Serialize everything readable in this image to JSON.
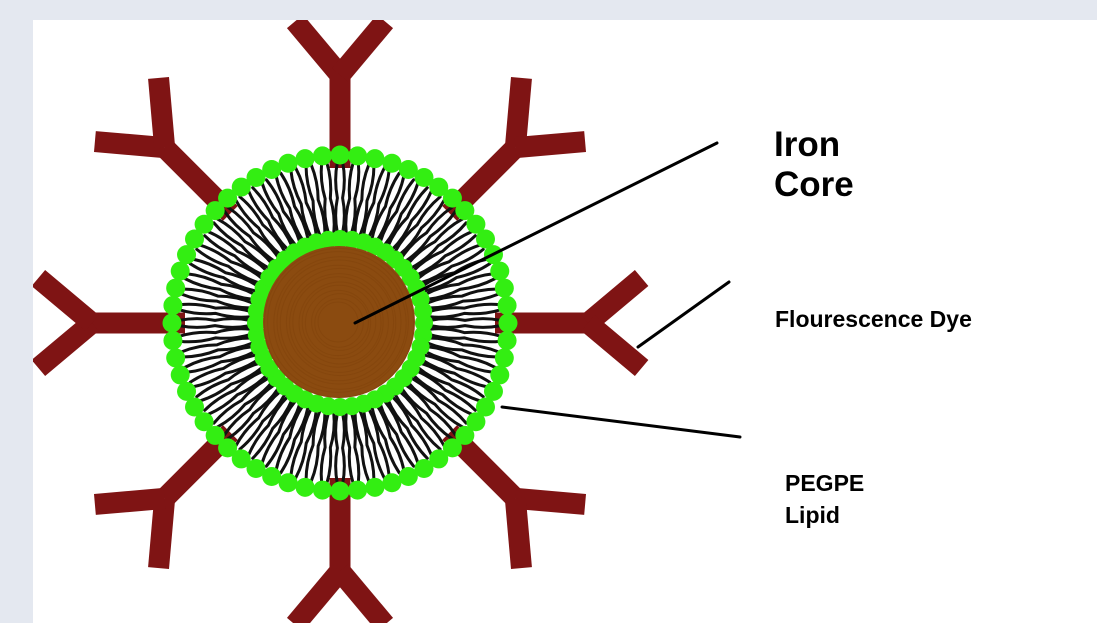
{
  "labels": {
    "iron_core_line1": "Iron",
    "iron_core_line2": "Core",
    "fluorescence_dye": "Flourescence Dye",
    "pegpe_line1": "PEGPE",
    "pegpe_line2": "Lipid"
  },
  "colors": {
    "background_frame": "#e4e8f0",
    "canvas": "#ffffff",
    "antibody": "#7f1414",
    "lipid_head": "#33ee12",
    "lipid_tail": "#111111",
    "iron_core": "#8b4b10",
    "leader_line": "#000000"
  },
  "structure": {
    "antibody_count": 8,
    "outer_lipid_head_count": 60,
    "inner_lipid_head_count": 44,
    "tail_pair_count": 64
  }
}
